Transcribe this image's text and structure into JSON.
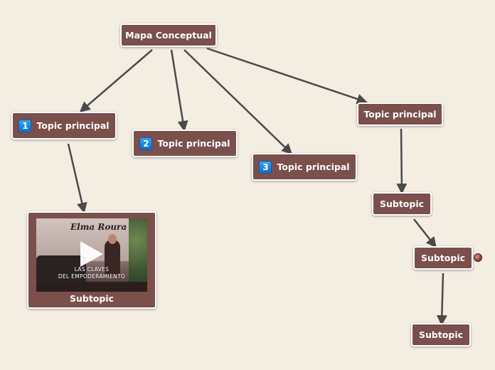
{
  "colors": {
    "background": "#f3ede2",
    "node_fill": "#7a4f4c",
    "node_border": "#ffffff",
    "connector": "#4a4a4a"
  },
  "nodes": {
    "root": {
      "label": "Mapa Conceptual"
    },
    "topic1": {
      "number": "1",
      "label": "Topic principal"
    },
    "topic2": {
      "number": "2",
      "label": "Topic principal"
    },
    "topic3": {
      "number": "3",
      "label": "Topic principal"
    },
    "topic4": {
      "label": "Topic principal"
    },
    "video_subtopic": {
      "label": "Subtopic",
      "thumbnail": {
        "title": "Elma Roura",
        "caption_line1": "LAS CLAVES",
        "caption_line2": "DEL EMPODERAMIENTO",
        "icon": "play-icon"
      }
    },
    "subtopic_a": {
      "label": "Subtopic"
    },
    "subtopic_b": {
      "label": "Subtopic",
      "link_icon": "globe-icon"
    },
    "subtopic_c": {
      "label": "Subtopic"
    }
  }
}
